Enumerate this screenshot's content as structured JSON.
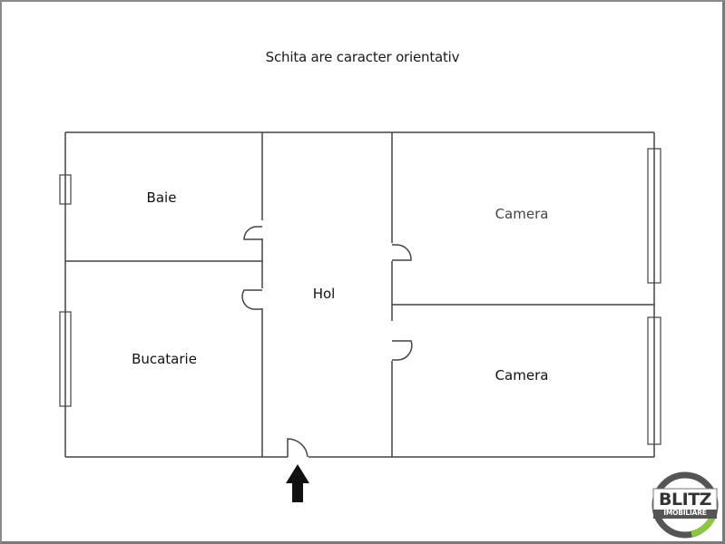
{
  "caption": "Schita are caracter orientativ",
  "rooms": {
    "baie": "Baie",
    "bucatarie": "Bucatarie",
    "hol": "Hol",
    "camera_top": "Camera",
    "camera_bottom": "Camera"
  },
  "entrance": {
    "icon": "arrow-up-icon"
  },
  "logo": {
    "brand": "BLITZ",
    "subtitle": "IMOBILIARE",
    "ring_color": "#555555",
    "accent_color": "#8cc63f"
  },
  "colors": {
    "wall": "#444444",
    "background": "#ffffff",
    "frame": "#8a8a8a"
  }
}
